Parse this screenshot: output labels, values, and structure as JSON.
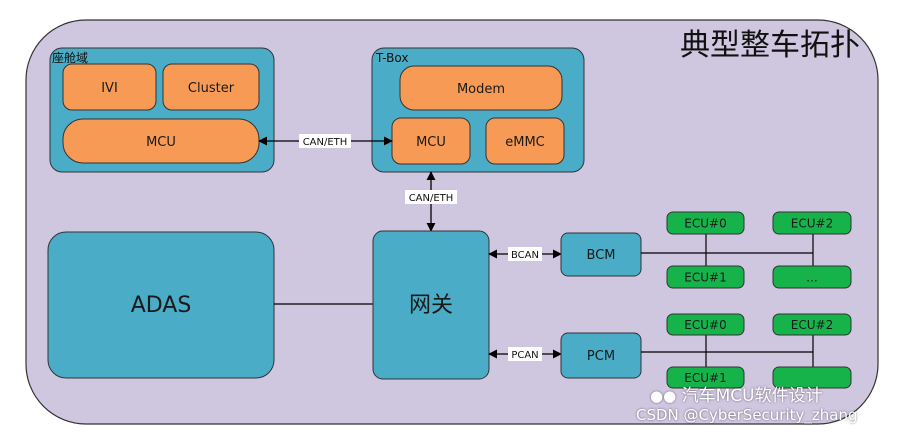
{
  "title": "典型整车拓扑",
  "cockpit": {
    "label": "座舱域",
    "ivi": "IVI",
    "cluster": "Cluster",
    "mcu": "MCU"
  },
  "tbox": {
    "label": "T-Box",
    "modem": "Modem",
    "mcu": "MCU",
    "emmc": "eMMC"
  },
  "links": {
    "cockpit_tbox": "CAN/ETH",
    "tbox_gateway": "CAN/ETH",
    "gateway_bcm": "BCAN",
    "gateway_pcm": "PCAN"
  },
  "adas": "ADAS",
  "gateway": "网关",
  "bcm": {
    "label": "BCM",
    "ecus": [
      "ECU#0",
      "ECU#2",
      "ECU#1",
      "..."
    ]
  },
  "pcm": {
    "label": "PCM",
    "ecus": [
      "ECU#0",
      "ECU#2",
      "ECU#1"
    ]
  },
  "watermark": {
    "line1": "汽车MCU软件设计",
    "line2": "CSDN @CyberSecurity_zhang"
  },
  "colors": {
    "background": "#cfc6e0",
    "teal": "#4aacc6",
    "orange": "#f79a55",
    "green": "#16b34a"
  }
}
